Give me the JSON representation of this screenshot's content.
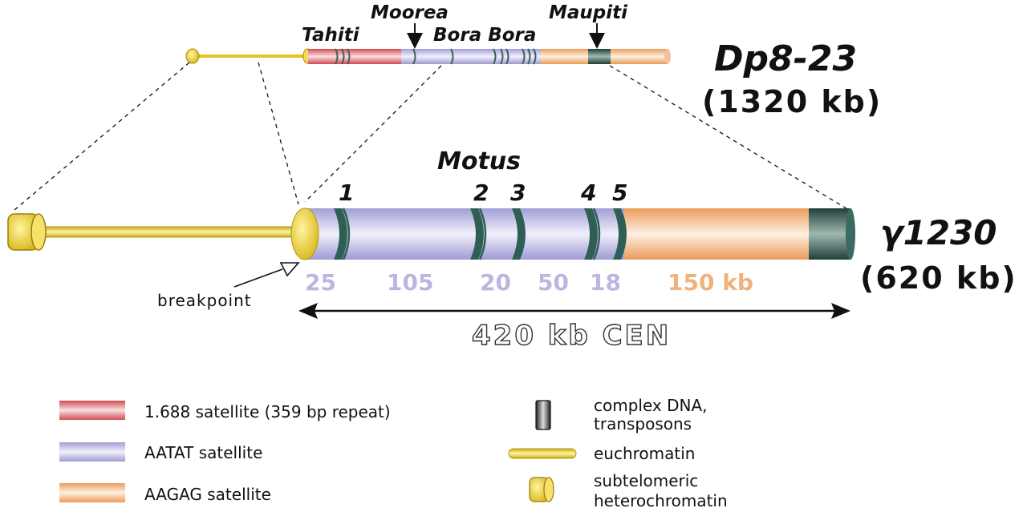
{
  "dp_chromosome": {
    "name": "Dp8-23",
    "size": "(1320 kb)",
    "regions": {
      "tahiti": "Tahiti",
      "moorea": "Moorea",
      "bora_bora": "Bora Bora",
      "maupiti": "Maupiti"
    }
  },
  "gamma_chromosome": {
    "name": "γ1230",
    "size": "(620 kb)",
    "motus_label": "Motus",
    "motus": [
      "1",
      "2",
      "3",
      "4",
      "5"
    ],
    "segment_sizes": [
      "25",
      "105",
      "20",
      "50",
      "18",
      "150 kb"
    ],
    "breakpoint_label": "breakpoint",
    "cen_label": "420 kb CEN"
  },
  "legend": {
    "satellite_1688": "1.688 satellite (359 bp repeat)",
    "aatat": "AATAT satellite",
    "aagag": "AAGAG satellite",
    "complex_dna_line1": "complex DNA,",
    "complex_dna_line2": "transposons",
    "euchromatin": "euchromatin",
    "subtelomeric_line1": "subtelomeric",
    "subtelomeric_line2": "heterochromatin"
  },
  "colors": {
    "satellite_1688": "#e8787e",
    "aatat": "#b9b6e2",
    "aagag": "#f0b27a",
    "euchromatin": "#f2dc56",
    "complex_dna": "#2f5e54",
    "size_text_aatat": "#b9b6e2",
    "size_text_aagag": "#f0b27a"
  }
}
